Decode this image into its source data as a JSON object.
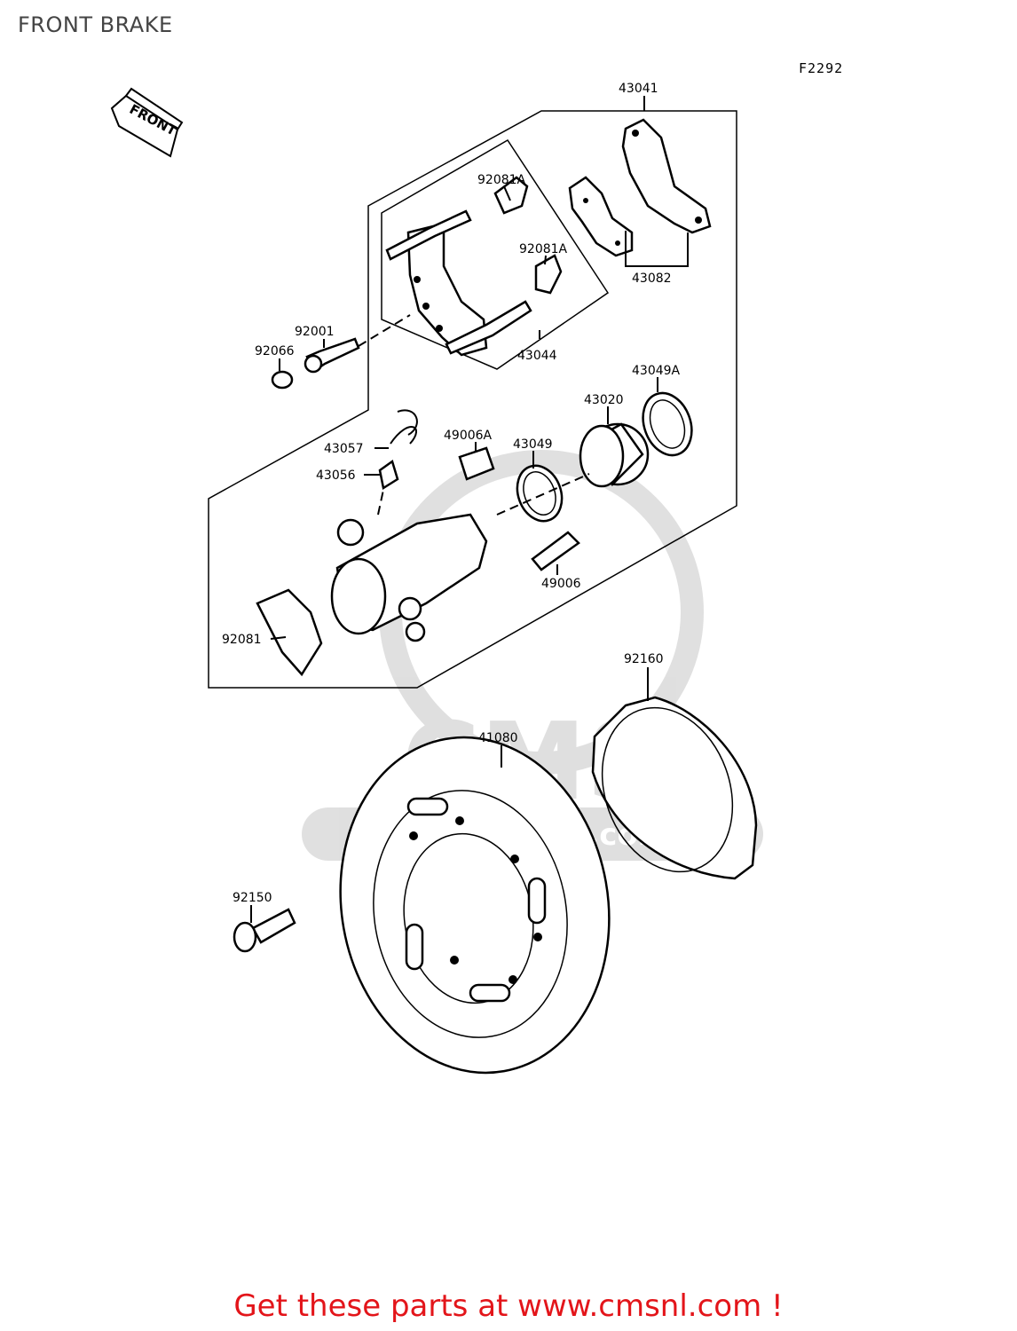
{
  "page": {
    "title": "FRONT BRAKE",
    "figure_ref": "F2292",
    "front_arrow_label": "FRONT",
    "footer_text": "Get these parts at www.cmsnl.com !",
    "footer_color": "#e3151a"
  },
  "watermark": {
    "text": "CMS",
    "url": "www.cmsnl.com"
  },
  "parts": [
    {
      "id": "p43041",
      "label": "43041"
    },
    {
      "id": "p92081A_1",
      "label": "92081A"
    },
    {
      "id": "p92081A_2",
      "label": "92081A"
    },
    {
      "id": "p43082",
      "label": "43082"
    },
    {
      "id": "p92001",
      "label": "92001"
    },
    {
      "id": "p92066",
      "label": "92066"
    },
    {
      "id": "p43044",
      "label": "43044"
    },
    {
      "id": "p43049A",
      "label": "43049A"
    },
    {
      "id": "p43020",
      "label": "43020"
    },
    {
      "id": "p43057",
      "label": "43057"
    },
    {
      "id": "p49006A",
      "label": "49006A"
    },
    {
      "id": "p43049",
      "label": "43049"
    },
    {
      "id": "p43056",
      "label": "43056"
    },
    {
      "id": "p49006",
      "label": "49006"
    },
    {
      "id": "p92081",
      "label": "92081"
    },
    {
      "id": "p92160",
      "label": "92160"
    },
    {
      "id": "p41080",
      "label": "41080"
    },
    {
      "id": "p92150",
      "label": "92150"
    }
  ]
}
